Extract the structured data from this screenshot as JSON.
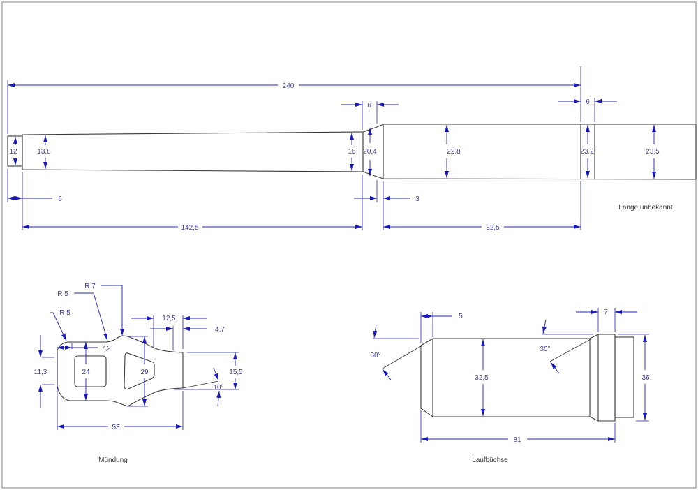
{
  "barrel": {
    "total_length": "240",
    "dims": {
      "d_stub": "12",
      "d_start": "13,8",
      "d_end_taper": "16",
      "d_cone": "20,4",
      "d_chamber": "22,8",
      "d_ring": "23,2",
      "d_rear": "23,5",
      "len_stub": "6",
      "len_cone": "6",
      "len_ring": "6",
      "len_step": "3",
      "len_taper": "142,5",
      "len_chamber": "82,5"
    },
    "note": "Länge unbekannt"
  },
  "muzzle": {
    "title": "Mündung",
    "dims": {
      "r1": "R 5",
      "r2": "R 5",
      "r3": "R 7",
      "w_12_5": "12,5",
      "w_4_7": "4,7",
      "w_7_2": "7,2",
      "h_11_3": "11,3",
      "h_24": "24",
      "h_29": "29",
      "h_15_5": "15,5",
      "angle": "10°",
      "length": "53"
    }
  },
  "liner": {
    "title": "Laufbüchse",
    "dims": {
      "chamfer_len": "5",
      "collar_len": "7",
      "angle_left": "30°",
      "angle_right": "30°",
      "d_body": "32,5",
      "d_collar": "36",
      "length": "81"
    }
  },
  "colors": {
    "dimension": "#2020b8",
    "text": "#4040a0",
    "outline": "#3a3a3a"
  }
}
